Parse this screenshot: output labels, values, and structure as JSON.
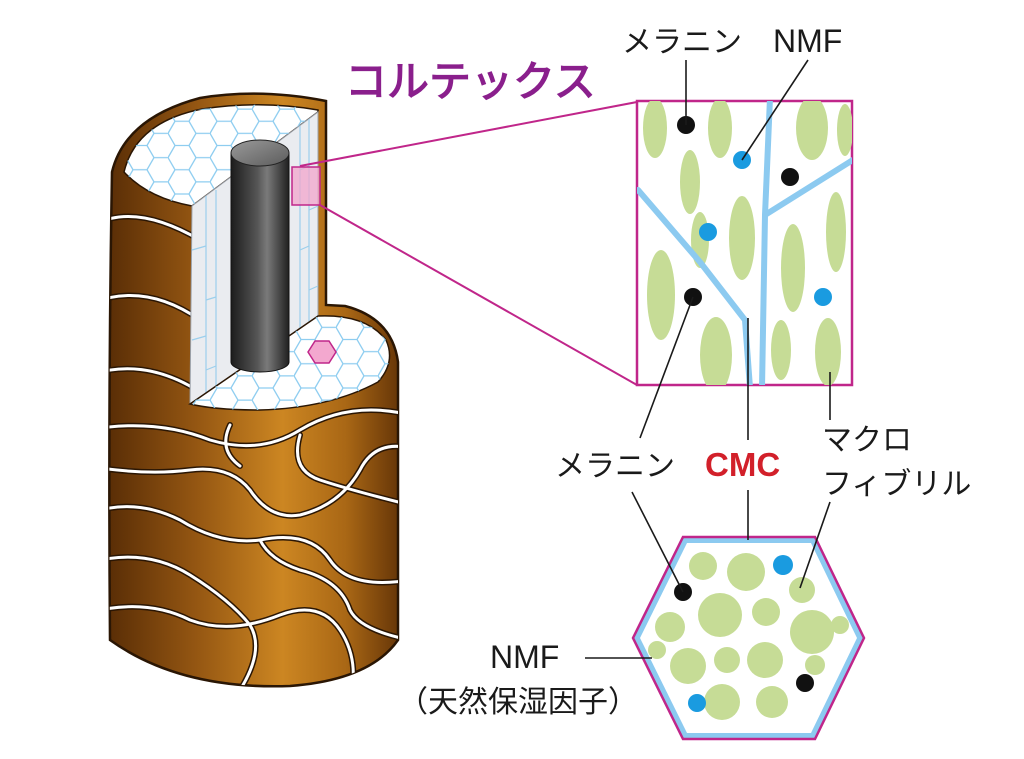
{
  "title": "コルテックス",
  "labels": {
    "top_melanin": "メラニン",
    "top_nmf": "NMF",
    "mid_melanin": "メラニン",
    "cmc": "CMC",
    "macrofibril_line1": "マクロ",
    "macrofibril_line2": "フィブリル",
    "bottom_nmf": "NMF",
    "bottom_nmf_note": "（天然保湿因子）"
  },
  "colors": {
    "title": "#8a1f8c",
    "cmc_label": "#d2202a",
    "frame": "#c0268a",
    "melanin": "#111111",
    "nmf": "#1a9be0",
    "macrofibril": "#c6dc96",
    "cmc_channel": "#8ccaf0",
    "hair": "#b06a16"
  }
}
